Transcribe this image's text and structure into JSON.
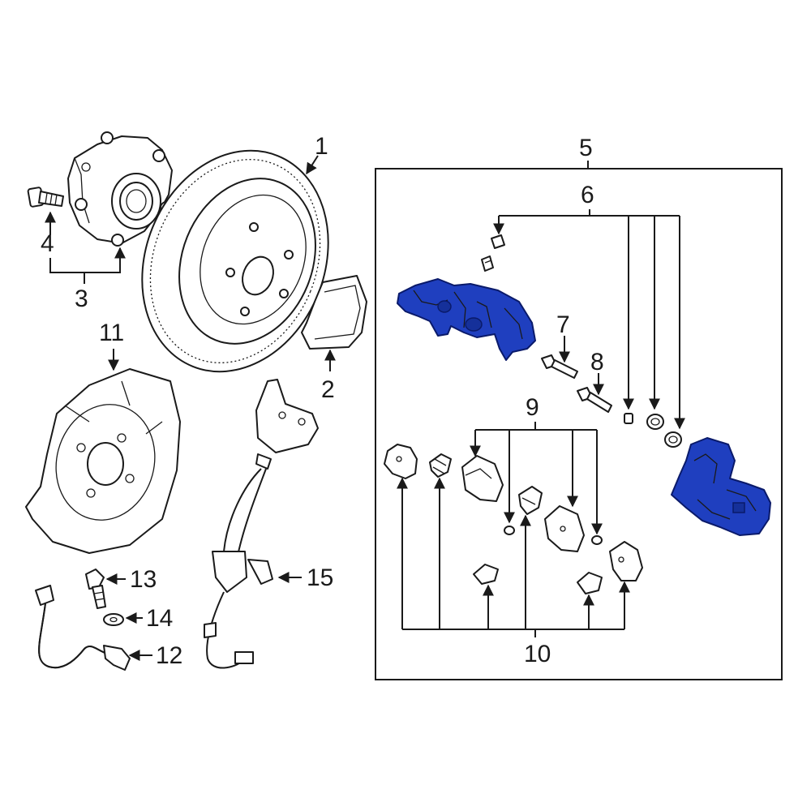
{
  "colors": {
    "highlight": "#1f3fbf",
    "highlight_dark": "#15309a",
    "line": "#1a1a1a",
    "background": "#ffffff"
  },
  "callouts": {
    "c1": "1",
    "c2": "2",
    "c3": "3",
    "c4": "4",
    "c5": "5",
    "c6": "6",
    "c7": "7",
    "c8": "8",
    "c9": "9",
    "c10": "10",
    "c11": "11",
    "c12": "12",
    "c13": "13",
    "c14": "14",
    "c15": "15"
  },
  "highlighted_parts": [
    "caliper-front-view",
    "caliper-rear-view"
  ]
}
